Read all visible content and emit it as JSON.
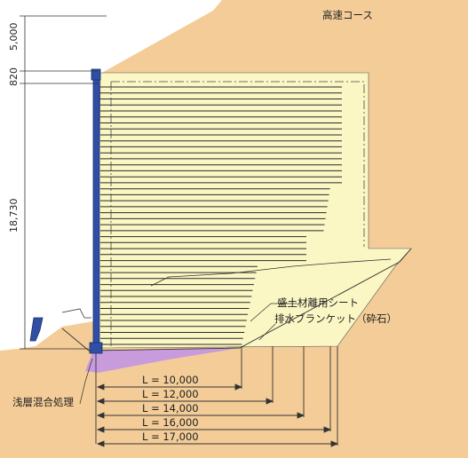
{
  "title": "高速コース",
  "dimensions": {
    "top": "5,000",
    "mid": "820",
    "wall": "18,730"
  },
  "labels": {
    "sheet": "盛土材離用シート",
    "drain": "排水ブランケット（砕石）",
    "shallow": "浅層混合処理"
  },
  "lengths": [
    "L = 10,000",
    "L = 12,000",
    "L = 14,000",
    "L = 16,000",
    "L = 17,000"
  ],
  "colors": {
    "ground": "#f3cc98",
    "fill": "#fbf7c4",
    "wall": "#2f4fa6",
    "improved_soil": "#c79bdc"
  }
}
